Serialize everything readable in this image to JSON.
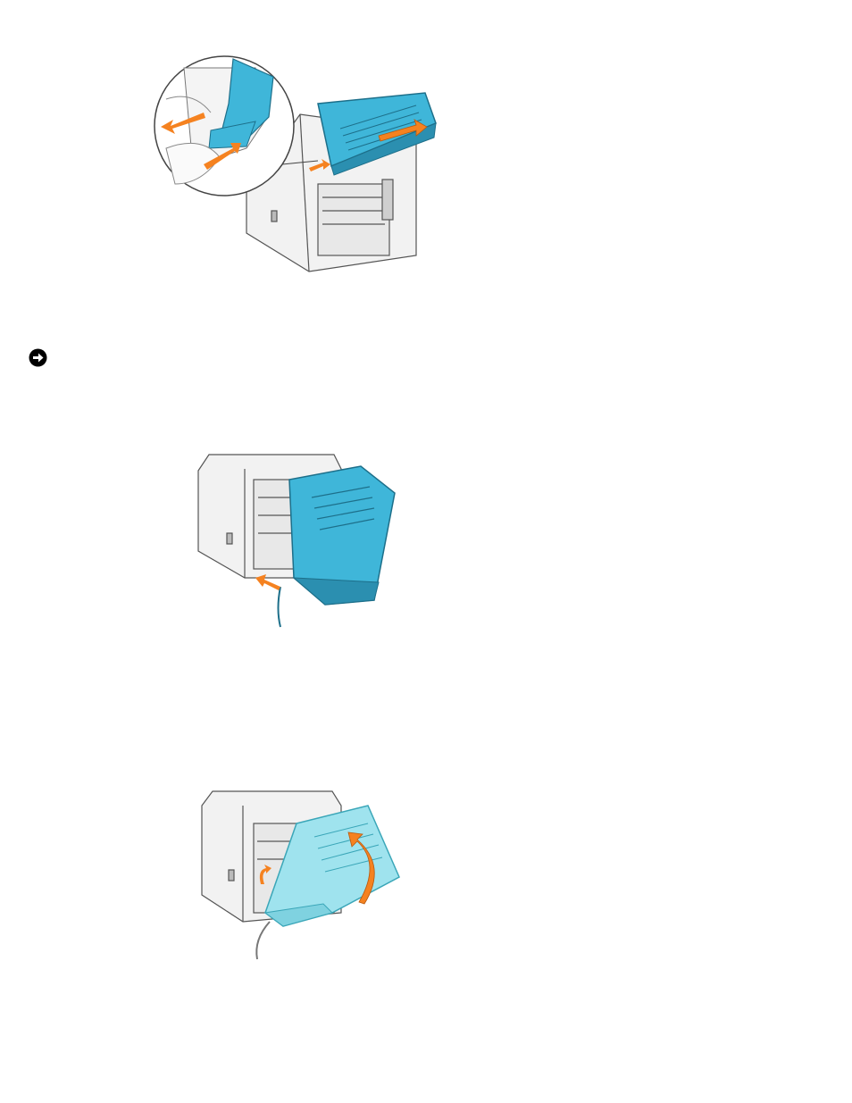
{
  "page": {
    "background": "#ffffff"
  },
  "notice": {
    "icon": "notice-arrow-icon",
    "color": "#000000"
  },
  "figures": [
    {
      "name": "figure-remove-duplex-cover",
      "accent": "#3fb6d9",
      "arrow": "#f58220"
    },
    {
      "name": "figure-detach-duplex-unit",
      "accent": "#3fb6d9",
      "arrow": "#f58220"
    },
    {
      "name": "figure-attach-cover",
      "accent": "#9fe3ee",
      "arrow": "#f58220"
    }
  ]
}
